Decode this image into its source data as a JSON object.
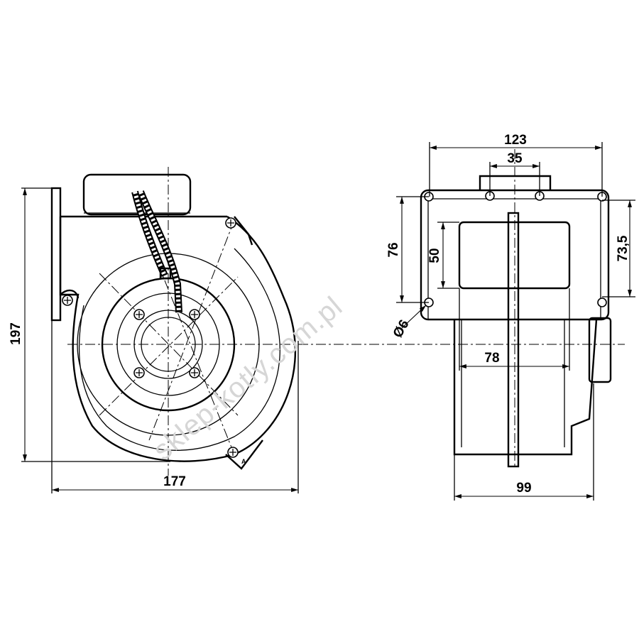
{
  "dimensions": {
    "height_front": "197",
    "width_front": "177",
    "flange_outer": "123",
    "outlet_inner": "35",
    "height_flange": "76",
    "outlet_height": "50",
    "flange_side_height": "73,5",
    "hole_diameter": "Ø6",
    "outlet_width": "78",
    "depth": "99"
  },
  "note_mark": "A",
  "watermark": "sklep-kotly.com.pl"
}
